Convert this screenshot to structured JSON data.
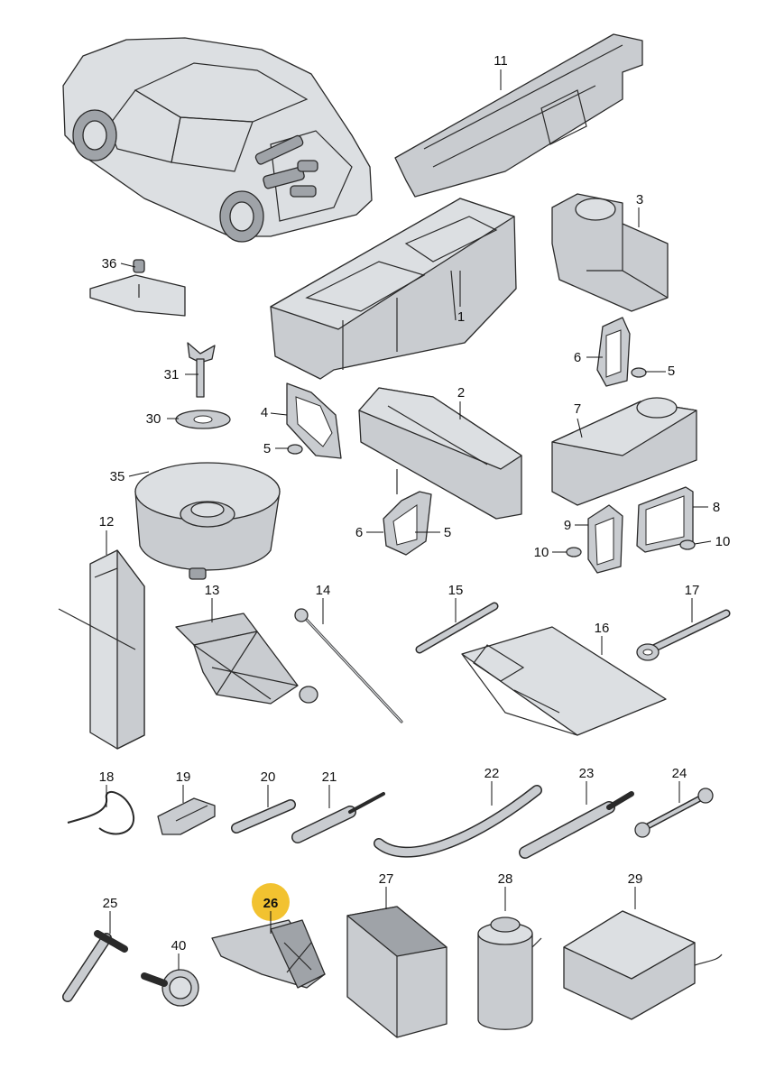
{
  "callouts": [
    {
      "label": "11",
      "highlight": false
    },
    {
      "label": "3",
      "highlight": false
    },
    {
      "label": "36",
      "highlight": false
    },
    {
      "label": "1",
      "highlight": false
    },
    {
      "label": "6",
      "highlight": false
    },
    {
      "label": "5",
      "highlight": false
    },
    {
      "label": "31",
      "highlight": false
    },
    {
      "label": "4",
      "highlight": false
    },
    {
      "label": "30",
      "highlight": false
    },
    {
      "label": "2",
      "highlight": false
    },
    {
      "label": "7",
      "highlight": false
    },
    {
      "label": "5",
      "highlight": false
    },
    {
      "label": "35",
      "highlight": false
    },
    {
      "label": "12",
      "highlight": false
    },
    {
      "label": "6",
      "highlight": false
    },
    {
      "label": "5",
      "highlight": false
    },
    {
      "label": "9",
      "highlight": false
    },
    {
      "label": "8",
      "highlight": false
    },
    {
      "label": "10",
      "highlight": false
    },
    {
      "label": "10",
      "highlight": false
    },
    {
      "label": "13",
      "highlight": false
    },
    {
      "label": "14",
      "highlight": false
    },
    {
      "label": "15",
      "highlight": false
    },
    {
      "label": "17",
      "highlight": false
    },
    {
      "label": "16",
      "highlight": false
    },
    {
      "label": "18",
      "highlight": false
    },
    {
      "label": "19",
      "highlight": false
    },
    {
      "label": "20",
      "highlight": false
    },
    {
      "label": "21",
      "highlight": false
    },
    {
      "label": "22",
      "highlight": false
    },
    {
      "label": "23",
      "highlight": false
    },
    {
      "label": "24",
      "highlight": false
    },
    {
      "label": "25",
      "highlight": false
    },
    {
      "label": "26",
      "highlight": true
    },
    {
      "label": "27",
      "highlight": false
    },
    {
      "label": "28",
      "highlight": false
    },
    {
      "label": "29",
      "highlight": false
    },
    {
      "label": "40",
      "highlight": false
    }
  ],
  "colors": {
    "part_fill": "#c9ccd0",
    "outline": "#2a2a2a",
    "highlight": "#f2c230",
    "background": "#ffffff"
  }
}
